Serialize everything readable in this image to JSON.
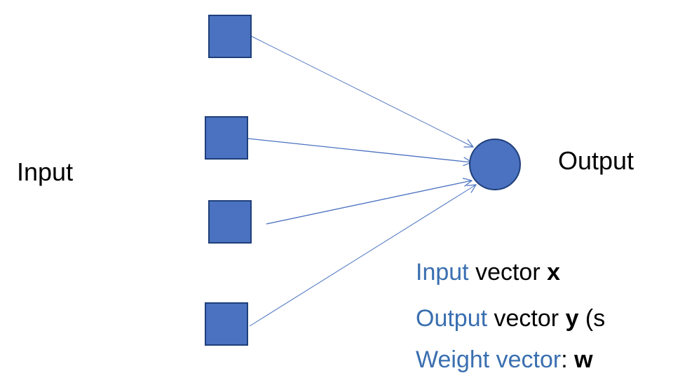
{
  "labels": {
    "input": "Input",
    "output": "Output"
  },
  "legend": {
    "line1": {
      "key": "Input",
      "rest": " vector ",
      "bold": "x",
      "tail": ""
    },
    "line2": {
      "key": "Output",
      "rest": " vector  ",
      "bold": "y",
      "tail": " (s"
    },
    "line3": {
      "key": "Weight vector",
      "rest": ": ",
      "bold": "w",
      "tail": ""
    }
  },
  "colors": {
    "node_fill": "#4a72c0",
    "node_stroke": "#1f3f7a",
    "edge": "#4a72c0",
    "legend_key": "#3a6fb0"
  },
  "diagram": {
    "input_node_count": 4,
    "output_node_count": 1,
    "edges": "each input node connects to the output node with an arrow"
  }
}
